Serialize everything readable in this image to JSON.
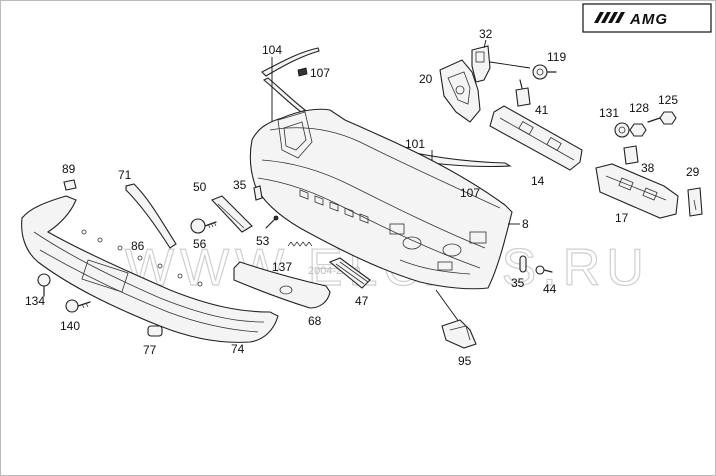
{
  "brand": {
    "logo_text": "AMG"
  },
  "watermark": {
    "text": "WWW.ELCATS.RU",
    "small_text": "2004-2010"
  },
  "parts": [
    {
      "id": "104",
      "label": "104"
    },
    {
      "id": "107a",
      "label": "107"
    },
    {
      "id": "101",
      "label": "101"
    },
    {
      "id": "107b",
      "label": "107"
    },
    {
      "id": "32",
      "label": "32"
    },
    {
      "id": "119",
      "label": "119"
    },
    {
      "id": "20",
      "label": "20"
    },
    {
      "id": "41",
      "label": "41"
    },
    {
      "id": "131",
      "label": "131"
    },
    {
      "id": "128",
      "label": "128"
    },
    {
      "id": "125",
      "label": "125"
    },
    {
      "id": "14",
      "label": "14"
    },
    {
      "id": "38",
      "label": "38"
    },
    {
      "id": "29",
      "label": "29"
    },
    {
      "id": "17",
      "label": "17"
    },
    {
      "id": "8",
      "label": "8"
    },
    {
      "id": "89",
      "label": "89"
    },
    {
      "id": "71",
      "label": "71"
    },
    {
      "id": "50",
      "label": "50"
    },
    {
      "id": "35a",
      "label": "35"
    },
    {
      "id": "86",
      "label": "86"
    },
    {
      "id": "56",
      "label": "56"
    },
    {
      "id": "53",
      "label": "53"
    },
    {
      "id": "137",
      "label": "137"
    },
    {
      "id": "134",
      "label": "134"
    },
    {
      "id": "140",
      "label": "140"
    },
    {
      "id": "77",
      "label": "77"
    },
    {
      "id": "74",
      "label": "74"
    },
    {
      "id": "68",
      "label": "68"
    },
    {
      "id": "47",
      "label": "47"
    },
    {
      "id": "35b",
      "label": "35"
    },
    {
      "id": "44",
      "label": "44"
    },
    {
      "id": "95",
      "label": "95"
    }
  ]
}
